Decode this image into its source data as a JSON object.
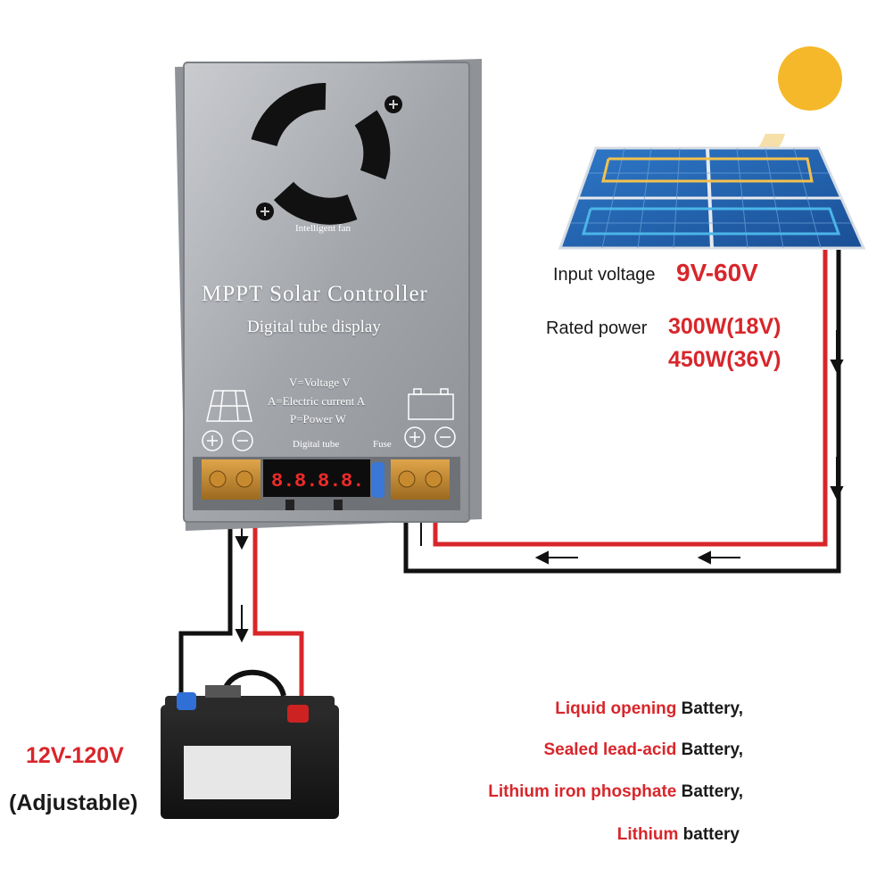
{
  "controller": {
    "fan_label": "Intelligent fan",
    "title": "MPPT  Solar  Controller",
    "subtitle": "Digital tube display",
    "legend": [
      "V=Voltage V",
      "A=Electric current A",
      "P=Power W"
    ],
    "digital_tube_label": "Digital tube",
    "fuse_label": "Fuse"
  },
  "specs": {
    "input_voltage_label": "Input voltage",
    "input_voltage_value": "9V-60V",
    "rated_power_label": "Rated power",
    "rated_power_values": [
      "300W(18V)",
      "450W(36V)"
    ]
  },
  "battery": {
    "voltage": "12V-120V",
    "adjustable": "(Adjustable)",
    "types": [
      {
        "type": "Liquid opening",
        "suffix": "Battery,"
      },
      {
        "type": "Sealed lead-acid",
        "suffix": "Battery,"
      },
      {
        "type": "Lithium iron phosphate",
        "suffix": "Battery,"
      },
      {
        "type": "Lithium",
        "suffix": "battery"
      }
    ]
  },
  "colors": {
    "wire_positive": "#d8262b",
    "wire_negative": "#111111",
    "sun": "#f5b82a",
    "panel": "#1f5fae",
    "housing": "#a9acb1"
  }
}
